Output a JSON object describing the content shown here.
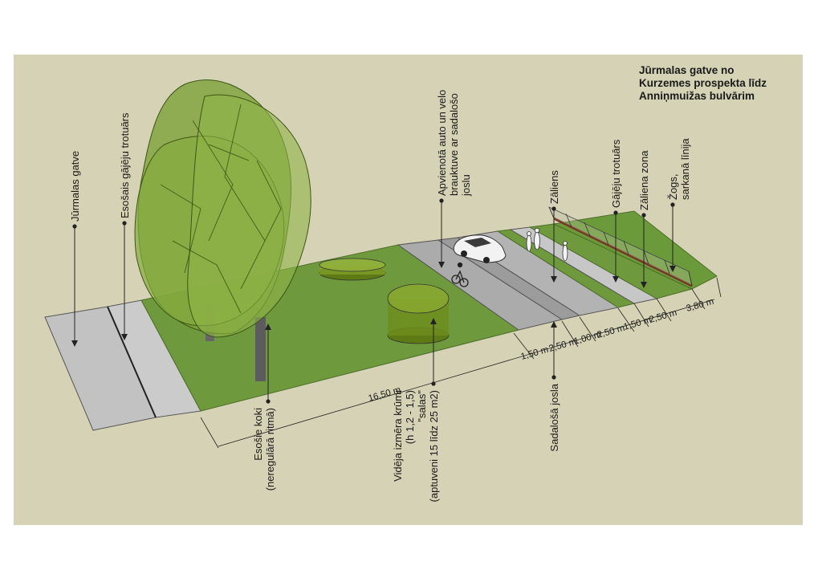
{
  "title": {
    "lines": [
      "Jūrmalas gatve no",
      "Kurzemes prospekta līdz",
      "Anniņmuižas bulvārim"
    ]
  },
  "labels": {
    "jurmalas_gatve": "Jūrmalas gatve",
    "esosais_trotuars": "Esošais gājēju trotuārs",
    "apvienota_line1": "Apvienotā auto un velo",
    "apvienota_line2": "brauktuve ar sadalošo",
    "apvienota_line3": "joslu",
    "zaliens": "Zāliens",
    "gajeju_trotuars": "Gājēju trotuārs",
    "zaliena_zona": "Zāliena zona",
    "zogs_line1": "Žogs,",
    "zogs_line2": "sarkanā līnija",
    "esosie_koki_line1": "Esošie koki",
    "esosie_koki_line2": "(neregulārā ritmā)",
    "kruumi_line1": "Vidēja izmēra krūmi",
    "kruumi_line2": "(h 1,2 - 1,5)",
    "kruumi_line3": "\"salas\"",
    "kruumi_line4": "(aptuveni 15 līdz 25 m2)",
    "sadaloša_josla": "Sadalošā josla"
  },
  "dimensions": {
    "d_16_50": "16,50 m",
    "d_1_50_a": "1,50 m",
    "d_2_50_a": "2,50 m",
    "d_1_00": "1,00 m",
    "d_2_50_b": "2,50 m",
    "d_1_50_b": "1,50 m",
    "d_2_50_c": "2,50 m",
    "d_3_80": "3,80 m"
  },
  "colors": {
    "background": "#d6d2b5",
    "grass": "#6e9a3d",
    "grass_dark": "#5e8a33",
    "pavement": "#c4c4c4",
    "road": "#a9a9a9",
    "tree": "#7ea33a",
    "shrub": "#6a8a1e",
    "fence_line": "#8b2a12"
  }
}
